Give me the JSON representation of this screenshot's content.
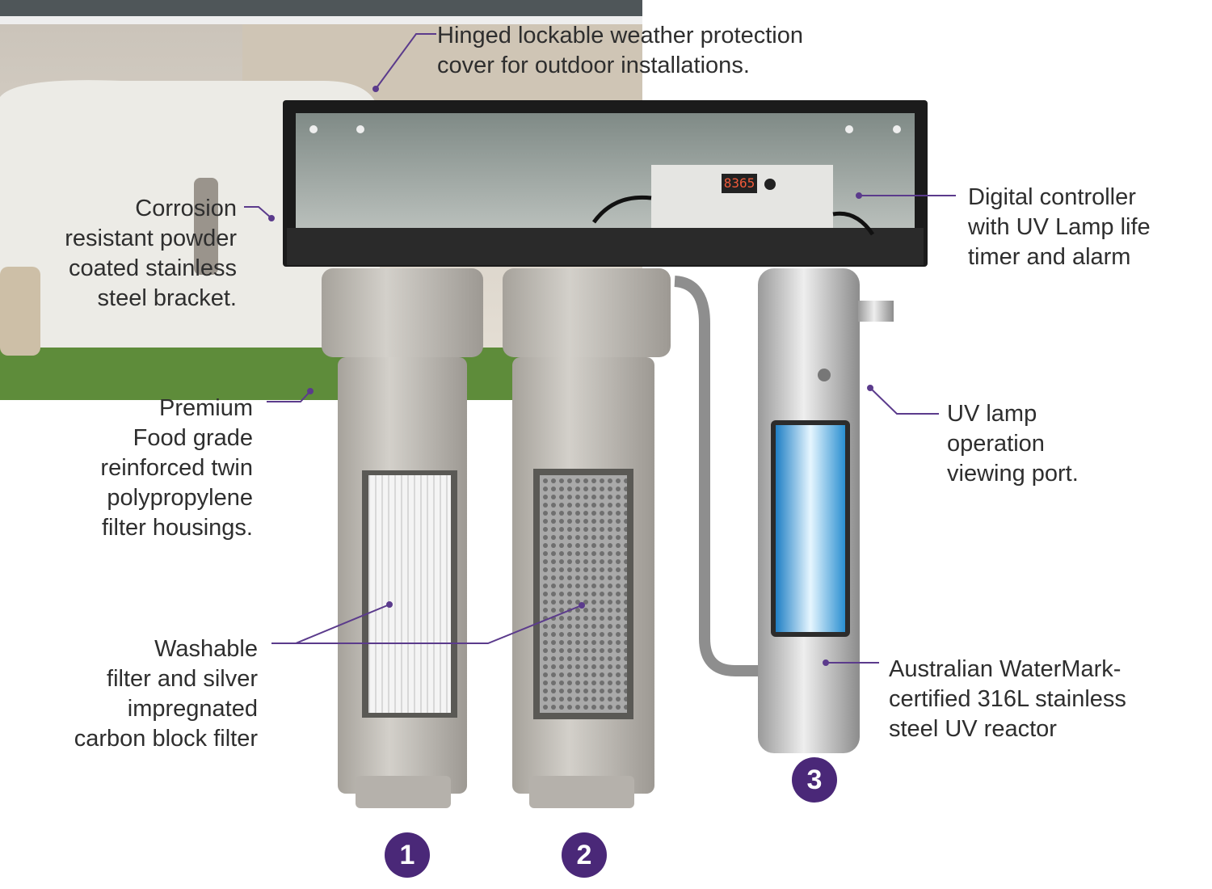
{
  "colors": {
    "accent": "#4a2878",
    "leader": "#5b3b8c",
    "text": "#2e2e2e"
  },
  "callouts": {
    "cover": "Hinged lockable weather protection\ncover for outdoor installations.",
    "bracket": "Corrosion\nresistant powder\ncoated stainless\nsteel bracket.",
    "housings": "Premium\nFood grade\nreinforced twin\npolypropylene\nfilter housings.",
    "filters": "Washable\nfilter and silver\nimpregnated\ncarbon block filter",
    "controller": "Digital controller\nwith UV Lamp life\ntimer and alarm",
    "viewport": "UV lamp\noperation\nviewing port.",
    "reactor": "Australian WaterMark-\ncertified 316L stainless\nsteel UV reactor"
  },
  "controller_display": "8365",
  "badges": [
    "1",
    "2",
    "3"
  ]
}
